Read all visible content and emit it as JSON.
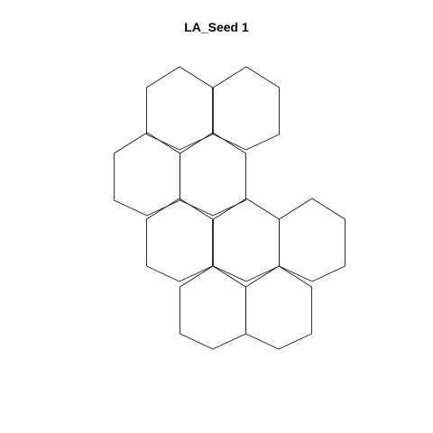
{
  "title": "LA_Seed 1",
  "style": {
    "stroke_color": "#1a1a1a",
    "background_color": "#ffffff"
  },
  "diagram": {
    "type": "hexagon-tiling",
    "cell_count": 9,
    "cells": [
      {
        "id": "hex-1",
        "row": 0,
        "col": 0
      },
      {
        "id": "hex-2",
        "row": 0,
        "col": 1
      },
      {
        "id": "hex-3",
        "row": 1,
        "col": 0
      },
      {
        "id": "hex-4",
        "row": 1,
        "col": 1
      },
      {
        "id": "hex-5",
        "row": 2,
        "col": 0
      },
      {
        "id": "hex-6",
        "row": 2,
        "col": 1
      },
      {
        "id": "hex-7",
        "row": 2,
        "col": 2
      },
      {
        "id": "hex-8",
        "row": 3,
        "col": 1
      },
      {
        "id": "hex-9",
        "row": 3,
        "col": 2
      }
    ]
  }
}
